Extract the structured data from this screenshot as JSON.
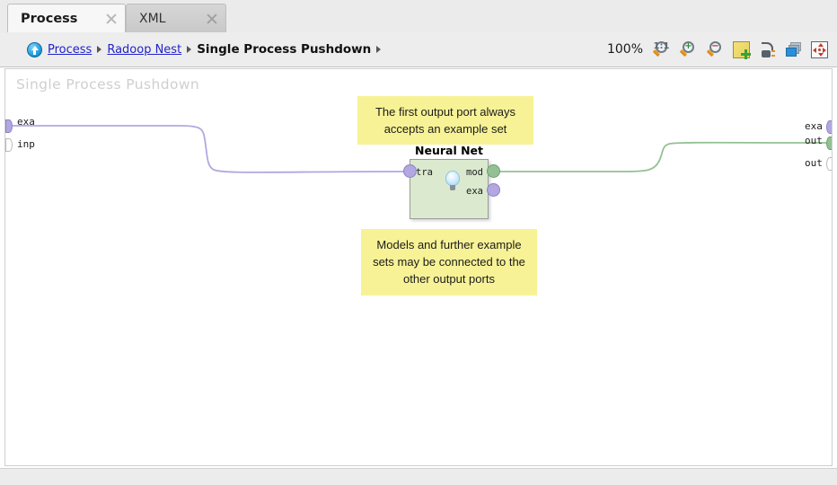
{
  "tabs": [
    {
      "label": "Process",
      "active": true,
      "close_icon": "close-icon"
    },
    {
      "label": "XML",
      "active": false,
      "close_icon": "close-icon"
    }
  ],
  "breadcrumb": {
    "home_icon": "blue-up-arrow-icon",
    "items": [
      {
        "label": "Process",
        "type": "link"
      },
      {
        "label": "Radoop Nest",
        "type": "link"
      },
      {
        "label": "Single Process Pushdown",
        "type": "current"
      }
    ],
    "separator": "▸"
  },
  "toolbar": {
    "zoom_level": "100%",
    "buttons": [
      {
        "name": "zoom-reset-icon",
        "glyph": "1:1",
        "title": "Zoom 1:1"
      },
      {
        "name": "zoom-in-icon",
        "glyph": "+",
        "title": "Zoom in"
      },
      {
        "name": "zoom-out-icon",
        "glyph": "−",
        "title": "Zoom out"
      },
      {
        "name": "add-note-icon",
        "title": "Add comment"
      },
      {
        "name": "auto-wire-icon",
        "title": "Auto wire"
      },
      {
        "name": "layers-icon",
        "title": "Arrange layers"
      },
      {
        "name": "auto-fit-icon",
        "title": "Auto fit"
      }
    ]
  },
  "canvas": {
    "watermark": "Single Process Pushdown",
    "left_ports": [
      {
        "label": "exa",
        "state": "connected",
        "color": "#b2a7e0"
      },
      {
        "label": "inp",
        "state": "empty",
        "color": "#ffffff"
      }
    ],
    "right_ports": [
      {
        "label": "exa",
        "state": "unconnected",
        "color": "#b2a7e0"
      },
      {
        "label": "out",
        "state": "connected",
        "color": "#93c193"
      },
      {
        "label": "out",
        "state": "empty",
        "color": "#ffffff"
      }
    ],
    "operator": {
      "name": "Neural Net",
      "icon": "lightbulb-icon",
      "input_ports": [
        {
          "label": "tra",
          "state": "connected",
          "color": "#b2a7e0"
        }
      ],
      "output_ports": [
        {
          "label": "mod",
          "state": "connected",
          "color": "#93c193"
        },
        {
          "label": "exa",
          "state": "unconnected",
          "color": "#b2a7e0"
        }
      ]
    },
    "connections": [
      {
        "name": "input-connection",
        "color": "#b2a7e0",
        "from": "exa",
        "to": "tra"
      },
      {
        "name": "output-connection",
        "color": "#93c193",
        "from": "mod",
        "to": "out"
      }
    ],
    "annotations": [
      {
        "name": "annotation-first-output-port",
        "text": "The first output port always accepts an example set",
        "color": "#f7f296"
      },
      {
        "name": "annotation-other-output-ports",
        "text": "Models and further example sets may be connected to the other output ports",
        "color": "#f7f296"
      }
    ]
  }
}
